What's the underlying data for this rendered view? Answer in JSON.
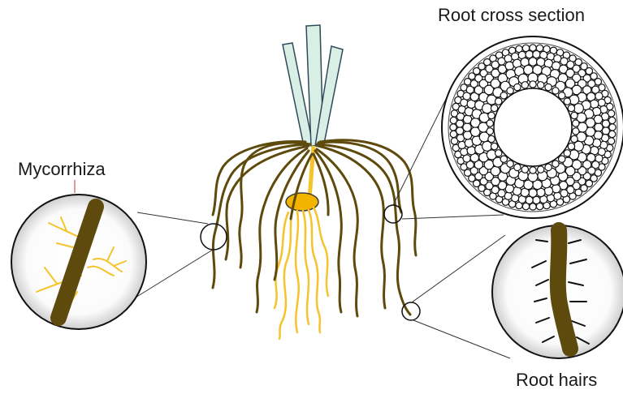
{
  "labels": {
    "mycorrhiza": "Mycorrhiza",
    "cross_section": "Root cross section",
    "root_hairs": "Root hairs"
  },
  "colors": {
    "root_brown": "#5e4a0c",
    "fungal_yellow": "#f5c32a",
    "leaf_fill": "#d9efe6",
    "leaf_stroke": "#2e4a5a",
    "seed_orange": "#f2b400",
    "leader_red": "#c0392b"
  },
  "icons": {
    "mycorrhiza_zoom": "magnified-root-with-fungal-hyphae",
    "cross_section_zoom": "root-cross-section-cells",
    "root_hairs_zoom": "magnified-root-with-hairs"
  }
}
